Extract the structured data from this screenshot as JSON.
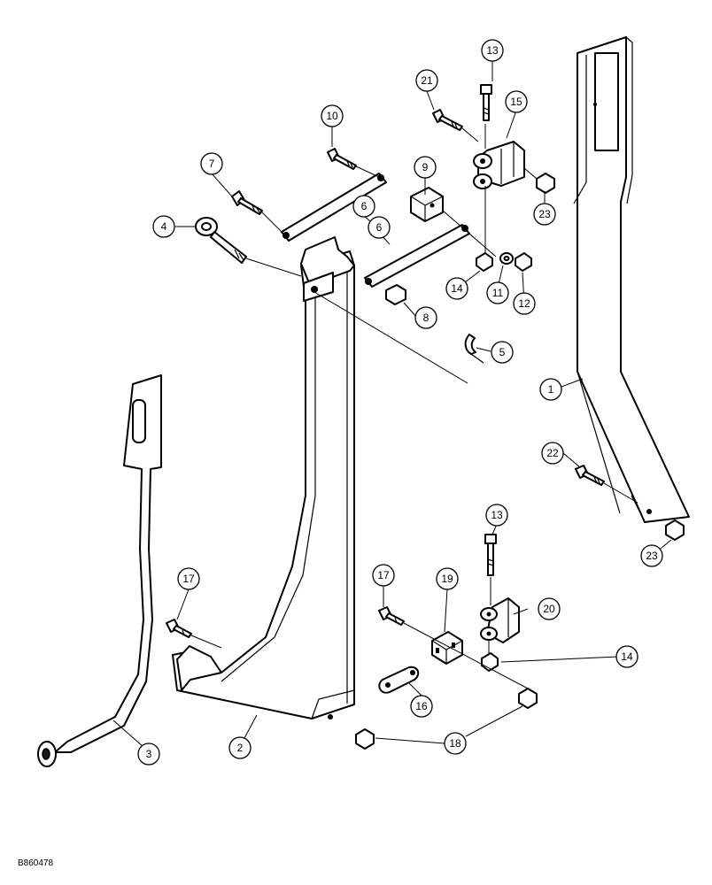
{
  "callouts": {
    "c1": "1",
    "c2": "2",
    "c3": "3",
    "c4": "4",
    "c5": "5",
    "c6a": "6",
    "c6b": "6",
    "c7": "7",
    "c8": "8",
    "c9": "9",
    "c10": "10",
    "c11": "11",
    "c12": "12",
    "c13a": "13",
    "c13b": "13",
    "c14a": "14",
    "c14b": "14",
    "c15": "15",
    "c16": "16",
    "c17a": "17",
    "c17b": "17",
    "c18": "18",
    "c19": "19",
    "c20": "20",
    "c21": "21",
    "c22": "22",
    "c23a": "23",
    "c23b": "23"
  },
  "figure_ref": "B860478"
}
